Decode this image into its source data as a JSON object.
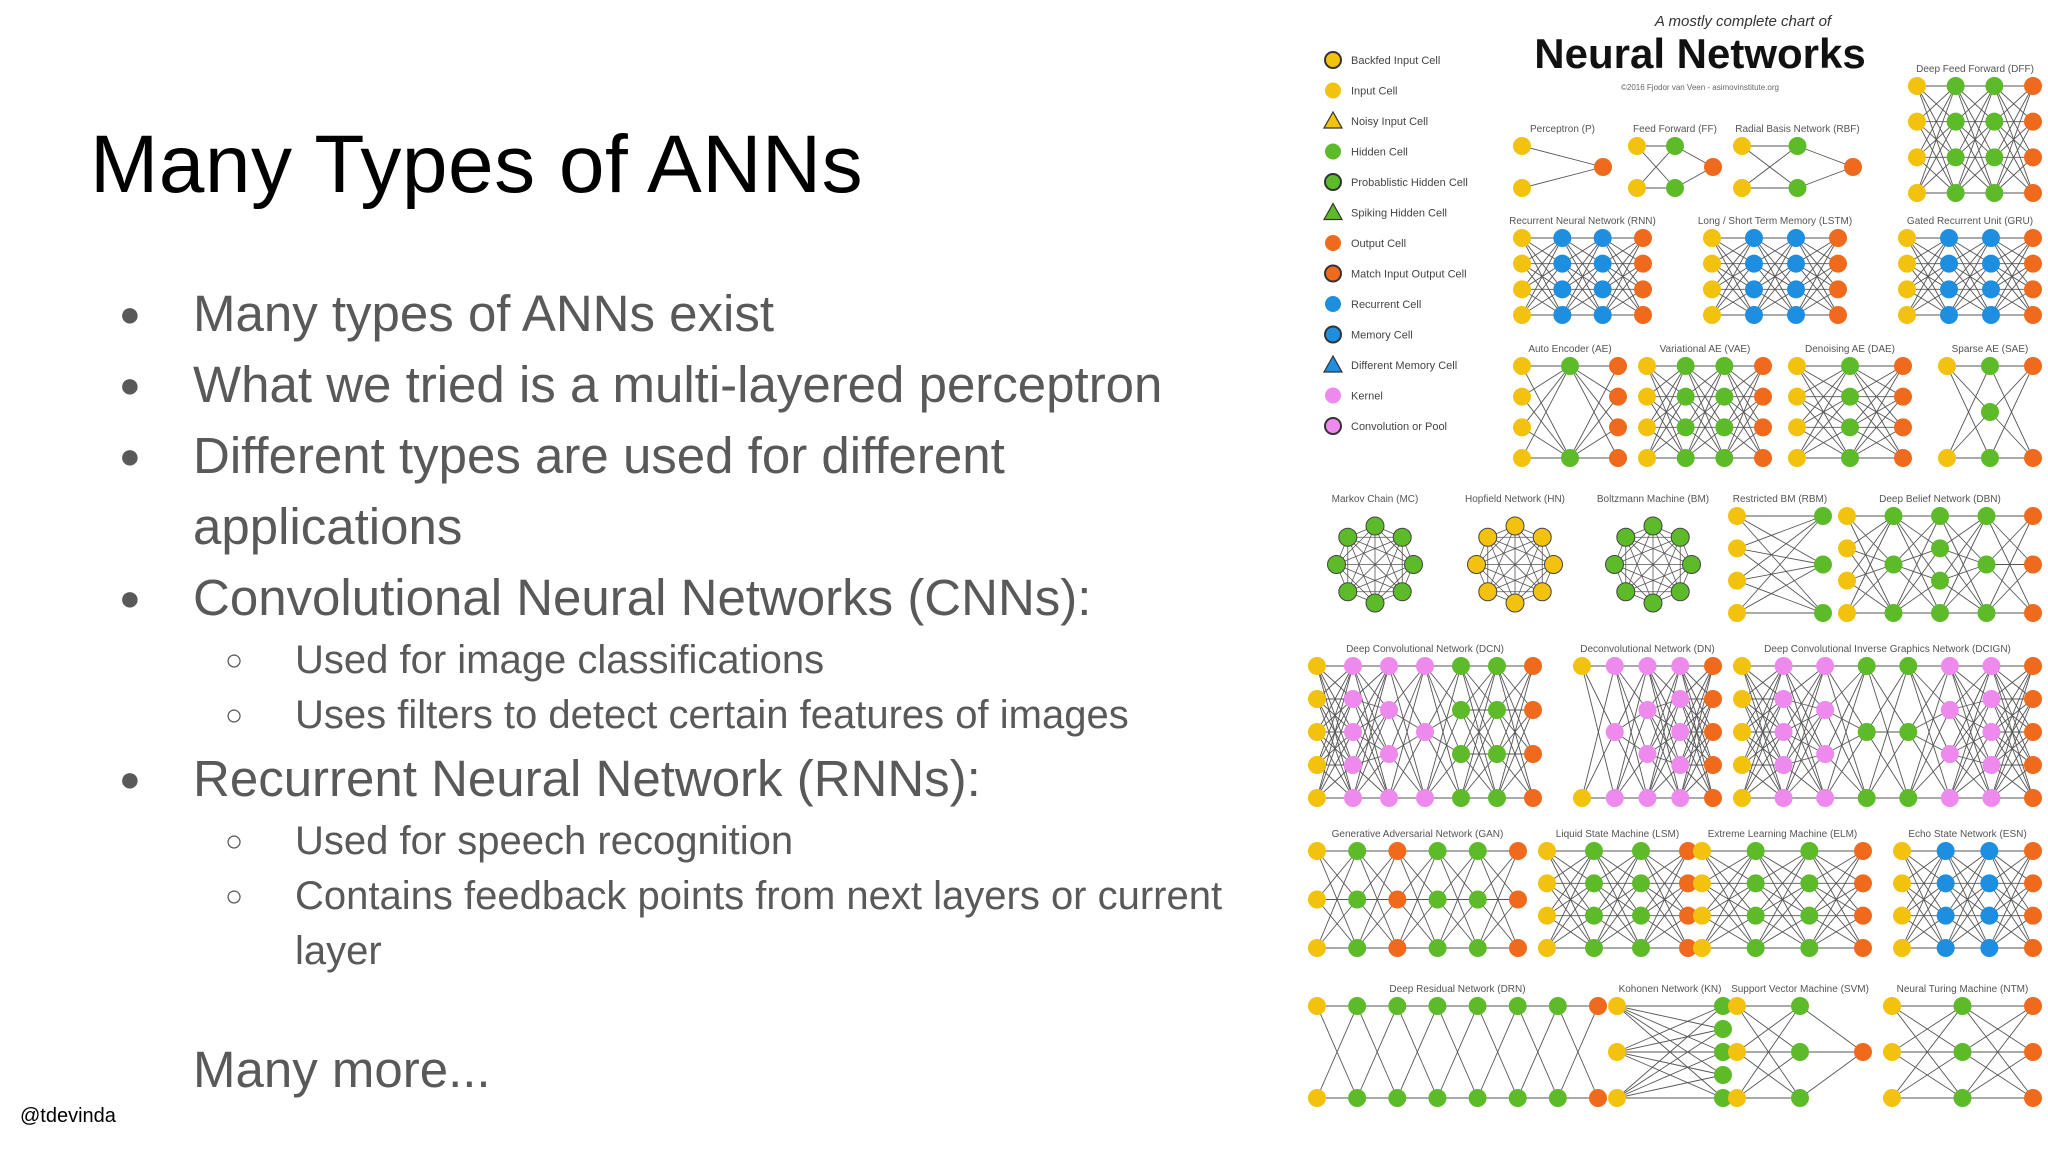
{
  "slide": {
    "title": "Many Types of ANNs",
    "bullets": [
      {
        "text": "Many types of ANNs exist"
      },
      {
        "text": "What we tried is a multi-layered perceptron"
      },
      {
        "text": "Different types are used for different applications"
      },
      {
        "text": "Convolutional Neural Networks (CNNs):",
        "sub": [
          "Used for image classifications",
          "Uses filters to detect certain features of images"
        ]
      },
      {
        "text": "Recurrent Neural Network (RNNs):",
        "sub": [
          "Used for speech recognition",
          "Contains feedback points from next layers or current layer"
        ]
      }
    ],
    "more": "Many more...",
    "footer": "@tdevinda",
    "bullet_glyph": "●",
    "sub_bullet_glyph": "○"
  },
  "chart": {
    "heading_small": "A mostly complete chart of",
    "heading_large": "Neural Networks",
    "credit": "©2016 Fjodor van Veen - asimovinstitute.org",
    "legend": [
      {
        "label": "Backfed Input Cell",
        "color": "#F2C20F",
        "style": "ring"
      },
      {
        "label": "Input Cell",
        "color": "#F2C20F",
        "style": "solid"
      },
      {
        "label": "Noisy Input Cell",
        "color": "#F2C20F",
        "style": "triangle"
      },
      {
        "label": "Hidden Cell",
        "color": "#5DBB2A",
        "style": "solid"
      },
      {
        "label": "Probablistic Hidden Cell",
        "color": "#5DBB2A",
        "style": "ring"
      },
      {
        "label": "Spiking Hidden Cell",
        "color": "#5DBB2A",
        "style": "triangle"
      },
      {
        "label": "Output Cell",
        "color": "#F06A1E",
        "style": "solid"
      },
      {
        "label": "Match Input Output Cell",
        "color": "#F06A1E",
        "style": "ring"
      },
      {
        "label": "Recurrent Cell",
        "color": "#1E8FE0",
        "style": "solid"
      },
      {
        "label": "Memory Cell",
        "color": "#1E8FE0",
        "style": "ring"
      },
      {
        "label": "Different Memory Cell",
        "color": "#1E8FE0",
        "style": "triangle"
      },
      {
        "label": "Kernel",
        "color": "#EE8AEE",
        "style": "solid"
      },
      {
        "label": "Convolution or Pool",
        "color": "#EE8AEE",
        "style": "ring"
      }
    ],
    "networks": [
      {
        "label": "Perceptron (P)",
        "layers": [
          [
            "Y",
            "Y"
          ],
          [
            "O"
          ]
        ]
      },
      {
        "label": "Feed Forward (FF)",
        "layers": [
          [
            "Y",
            "Y"
          ],
          [
            "G",
            "G"
          ],
          [
            "O"
          ]
        ]
      },
      {
        "label": "Radial Basis Network (RBF)",
        "layers": [
          [
            "Y",
            "Y"
          ],
          [
            "G",
            "G"
          ],
          [
            "O"
          ]
        ]
      },
      {
        "label": "Deep Feed Forward (DFF)",
        "layers": [
          [
            "Y",
            "Y",
            "Y",
            "Y"
          ],
          [
            "G",
            "G",
            "G",
            "G"
          ],
          [
            "G",
            "G",
            "G",
            "G"
          ],
          [
            "O",
            "O",
            "O",
            "O"
          ]
        ]
      },
      {
        "label": "Recurrent Neural Network (RNN)",
        "layers": [
          [
            "Y",
            "Y",
            "Y",
            "Y"
          ],
          [
            "B",
            "B",
            "B",
            "B"
          ],
          [
            "B",
            "B",
            "B",
            "B"
          ],
          [
            "O",
            "O",
            "O",
            "O"
          ]
        ]
      },
      {
        "label": "Long / Short Term Memory (LSTM)",
        "layers": [
          [
            "Y",
            "Y",
            "Y",
            "Y"
          ],
          [
            "B",
            "B",
            "B",
            "B"
          ],
          [
            "B",
            "B",
            "B",
            "B"
          ],
          [
            "O",
            "O",
            "O",
            "O"
          ]
        ]
      },
      {
        "label": "Gated Recurrent Unit (GRU)",
        "layers": [
          [
            "Y",
            "Y",
            "Y",
            "Y"
          ],
          [
            "B",
            "B",
            "B",
            "B"
          ],
          [
            "B",
            "B",
            "B",
            "B"
          ],
          [
            "O",
            "O",
            "O",
            "O"
          ]
        ]
      },
      {
        "label": "Auto Encoder (AE)",
        "layers": [
          [
            "Y",
            "Y",
            "Y",
            "Y"
          ],
          [
            "G",
            "G"
          ],
          [
            "O",
            "O",
            "O",
            "O"
          ]
        ]
      },
      {
        "label": "Variational AE (VAE)",
        "layers": [
          [
            "Y",
            "Y",
            "Y",
            "Y"
          ],
          [
            "G",
            "G",
            "G",
            "G"
          ],
          [
            "G",
            "G",
            "G",
            "G"
          ],
          [
            "O",
            "O",
            "O",
            "O"
          ]
        ]
      },
      {
        "label": "Denoising AE (DAE)",
        "layers": [
          [
            "Y",
            "Y",
            "Y",
            "Y"
          ],
          [
            "G",
            "G",
            "G",
            "G"
          ],
          [
            "O",
            "O",
            "O",
            "O"
          ]
        ]
      },
      {
        "label": "Sparse AE (SAE)",
        "layers": [
          [
            "Y",
            "Y"
          ],
          [
            "G",
            "G",
            "G"
          ],
          [
            "O",
            "O"
          ]
        ]
      },
      {
        "label": "Markov Chain (MC)",
        "ring": "G"
      },
      {
        "label": "Hopfield Network (HN)",
        "ring": "Y"
      },
      {
        "label": "Boltzmann Machine (BM)",
        "ring": "G"
      },
      {
        "label": "Restricted BM (RBM)",
        "layers": [
          [
            "Y",
            "Y",
            "Y",
            "Y"
          ],
          [
            "G",
            "G",
            "G"
          ]
        ]
      },
      {
        "label": "Deep Belief Network (DBN)",
        "layers": [
          [
            "Y",
            "Y",
            "Y",
            "Y"
          ],
          [
            "G",
            "G",
            "G"
          ],
          [
            "G",
            "G",
            "G",
            "G"
          ],
          [
            "G",
            "G",
            "G"
          ],
          [
            "O",
            "O",
            "O"
          ]
        ]
      },
      {
        "label": "Deep Convolutional Network (DCN)",
        "layers": [
          [
            "Y",
            "Y",
            "Y",
            "Y",
            "Y"
          ],
          [
            "P",
            "P",
            "P",
            "P",
            "P"
          ],
          [
            "P",
            "P",
            "P",
            "P"
          ],
          [
            "P",
            "P",
            "P"
          ],
          [
            "G",
            "G",
            "G",
            "G"
          ],
          [
            "G",
            "G",
            "G",
            "G"
          ],
          [
            "O",
            "O",
            "O",
            "O"
          ]
        ]
      },
      {
        "label": "Deconvolutional Network (DN)",
        "layers": [
          [
            "Y",
            "Y"
          ],
          [
            "P",
            "P",
            "P"
          ],
          [
            "P",
            "P",
            "P",
            "P"
          ],
          [
            "P",
            "P",
            "P",
            "P",
            "P"
          ],
          [
            "O",
            "O",
            "O",
            "O",
            "O"
          ]
        ]
      },
      {
        "label": "Deep Convolutional Inverse Graphics Network (DCIGN)",
        "layers": [
          [
            "Y",
            "Y",
            "Y",
            "Y",
            "Y"
          ],
          [
            "P",
            "P",
            "P",
            "P",
            "P"
          ],
          [
            "P",
            "P",
            "P",
            "P"
          ],
          [
            "G",
            "G",
            "G"
          ],
          [
            "G",
            "G",
            "G"
          ],
          [
            "P",
            "P",
            "P",
            "P"
          ],
          [
            "P",
            "P",
            "P",
            "P",
            "P"
          ],
          [
            "O",
            "O",
            "O",
            "O",
            "O"
          ]
        ]
      },
      {
        "label": "Generative Adversarial Network (GAN)",
        "layers": [
          [
            "Y",
            "Y",
            "Y"
          ],
          [
            "G",
            "G",
            "G"
          ],
          [
            "O",
            "O",
            "O"
          ],
          [
            "G",
            "G",
            "G"
          ],
          [
            "G",
            "G",
            "G"
          ],
          [
            "O",
            "O",
            "O"
          ]
        ]
      },
      {
        "label": "Liquid State Machine (LSM)",
        "layers": [
          [
            "Y",
            "Y",
            "Y",
            "Y"
          ],
          [
            "G",
            "G",
            "G",
            "G"
          ],
          [
            "G",
            "G",
            "G",
            "G"
          ],
          [
            "O",
            "O",
            "O",
            "O"
          ]
        ]
      },
      {
        "label": "Extreme Learning Machine (ELM)",
        "layers": [
          [
            "Y",
            "Y",
            "Y",
            "Y"
          ],
          [
            "G",
            "G",
            "G",
            "G"
          ],
          [
            "G",
            "G",
            "G",
            "G"
          ],
          [
            "O",
            "O",
            "O",
            "O"
          ]
        ]
      },
      {
        "label": "Echo State Network (ESN)",
        "layers": [
          [
            "Y",
            "Y",
            "Y",
            "Y"
          ],
          [
            "B",
            "B",
            "B",
            "B"
          ],
          [
            "B",
            "B",
            "B",
            "B"
          ],
          [
            "O",
            "O",
            "O",
            "O"
          ]
        ]
      },
      {
        "label": "Deep Residual Network (DRN)",
        "layers": [
          [
            "Y",
            "Y"
          ],
          [
            "G",
            "G"
          ],
          [
            "G",
            "G"
          ],
          [
            "G",
            "G"
          ],
          [
            "G",
            "G"
          ],
          [
            "G",
            "G"
          ],
          [
            "G",
            "G"
          ],
          [
            "O",
            "O"
          ]
        ]
      },
      {
        "label": "Kohonen Network (KN)",
        "layers": [
          [
            "Y",
            "Y",
            "Y"
          ],
          [
            "G",
            "G",
            "G",
            "G",
            "G"
          ]
        ]
      },
      {
        "label": "Support Vector Machine (SVM)",
        "layers": [
          [
            "Y",
            "Y",
            "Y"
          ],
          [
            "G",
            "G",
            "G"
          ],
          [
            "O"
          ]
        ]
      },
      {
        "label": "Neural Turing Machine (NTM)",
        "layers": [
          [
            "Y",
            "Y",
            "Y"
          ],
          [
            "G",
            "G",
            "G"
          ],
          [
            "O",
            "O",
            "O"
          ]
        ]
      }
    ]
  }
}
